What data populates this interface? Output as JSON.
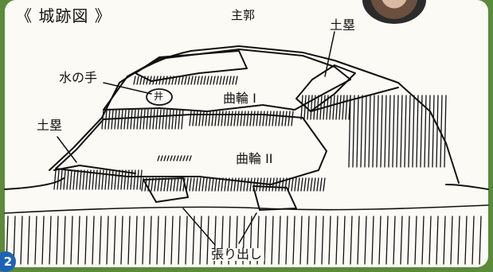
{
  "title": "《 城跡図 》",
  "labels": {
    "shukaku": "主郭",
    "dorui_top": "土塁",
    "mizunote": "水の手",
    "well_mark": "井",
    "kuruwa1": "曲輪 I",
    "dorui_left": "土塁",
    "kuruwa2": "曲輪 II",
    "haridashi": "張り出し"
  },
  "page_number": "2",
  "colors": {
    "page_badge": "#1d63b5",
    "line": "#111111",
    "paper": "#fbfaf5",
    "background_green": "#5a8a3a"
  }
}
